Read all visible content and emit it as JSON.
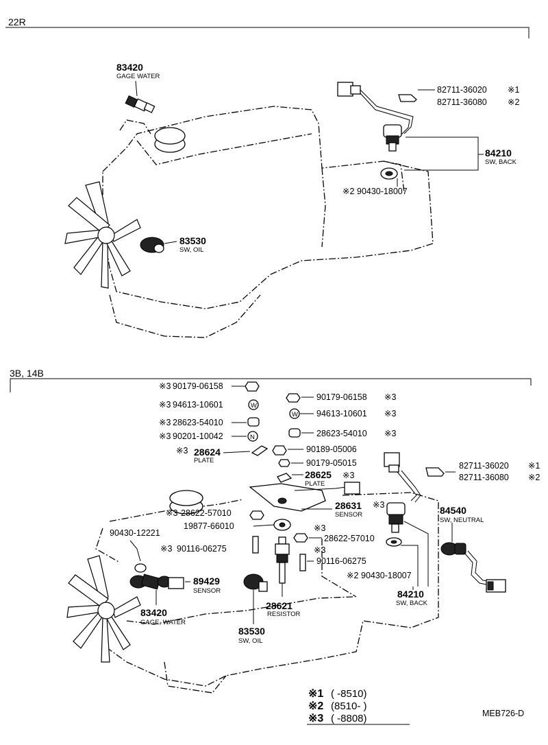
{
  "sections": {
    "top": "22R",
    "bottom": "3B, 14B"
  },
  "top_parts": {
    "gage_water_no": "83420",
    "gage_water_name": "GAGE WATER",
    "sw_oil_no": "83530",
    "sw_oil_name": "SW, OIL",
    "sw_back_no": "84210",
    "sw_back_name": "SW, BACK",
    "bracket_no1": "82711-36020",
    "bracket_mark1": "※1",
    "bracket_no2": "82711-36080",
    "bracket_mark2": "※2",
    "gasket_mark": "※2",
    "gasket_no": "90430-18007"
  },
  "bottom_parts": {
    "left_list": [
      {
        "mark": "※3",
        "no": "90179-06158"
      },
      {
        "mark": "※3",
        "no": "94613-10601"
      },
      {
        "mark": "※3",
        "no": "28623-54010"
      },
      {
        "mark": "※3",
        "no": "90201-10042"
      }
    ],
    "right_list": [
      {
        "no": "90179-06158",
        "mark": "※3"
      },
      {
        "no": "94613-10601",
        "mark": "※3"
      },
      {
        "no": "28623-54010",
        "mark": "※3"
      }
    ],
    "p90189": "90189-05006",
    "p90179b": "90179-05015",
    "plate_mark": "※3",
    "plate_no": "28624",
    "plate_name": "PLATE",
    "plate2_no": "28625",
    "plate2_mark": "※3",
    "plate2_name": "PLATE",
    "sensor_no": "28631",
    "sensor_mark": "※3",
    "sensor_name": "SENSOR",
    "nut_left_mark": "※3",
    "nut_left_no": "28622-57010",
    "p19877": "19877-66010",
    "mark_a": "※3",
    "nut_right_no": "28622-57010",
    "mark_b": "※3",
    "stud_right_no": "90116-06275",
    "p90430a": "90430-12221",
    "stud_left_mark": "※3",
    "stud_left_no": "90116-06275",
    "sensor2_no": "89429",
    "sensor2_name": "SENSOR",
    "gage_no": "83420",
    "gage_name": "GAGE, WATER",
    "resistor_no": "28621",
    "resistor_name": "RESISTOR",
    "oil_no": "83530",
    "oil_name": "SW, OIL",
    "gasket_mark": "※2",
    "gasket_no": "90430-18007",
    "back_no": "84210",
    "back_name": "SW, BACK",
    "bracket_no1": "82711-36020",
    "bracket_mark1": "※1",
    "bracket_no2": "82711-36080",
    "bracket_mark2": "※2",
    "neutral_no": "84540",
    "neutral_name": "SW, NEUTRAL"
  },
  "legend": [
    {
      "mark": "※1",
      "range": "(       -8510)"
    },
    {
      "mark": "※2",
      "range": "(8510-       )"
    },
    {
      "mark": "※3",
      "range": "(       -8808)"
    }
  ],
  "code": "MEB726-D"
}
